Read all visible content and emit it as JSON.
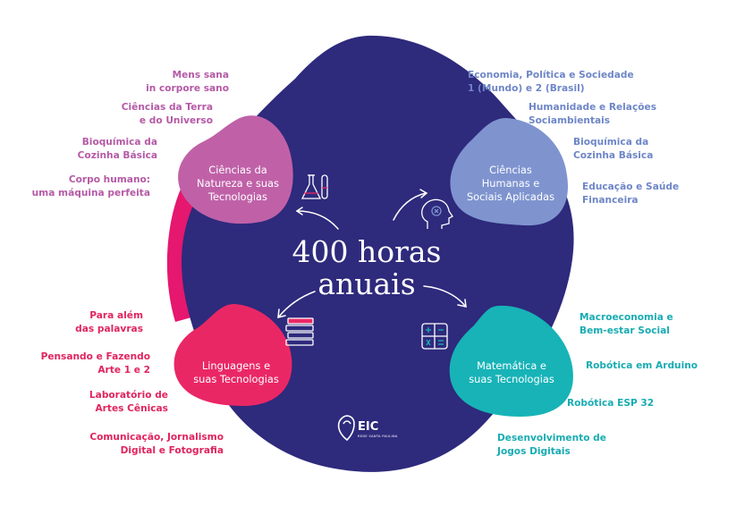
{
  "title": {
    "line1": "400 horas",
    "line2": "anuais"
  },
  "colors": {
    "blob": "#2e2a7c",
    "magenta": "#e5176f",
    "natureza": "#c061a8",
    "humanas": "#7f94cf",
    "linguagens": "#ea2765",
    "matematica": "#17b3b7"
  },
  "areas": {
    "natureza": [
      "Ciências da",
      "Natureza e suas",
      "Tecnologias"
    ],
    "humanas": [
      "Ciências",
      "Humanas e",
      "Sociais Aplicadas"
    ],
    "linguagens": [
      "Linguagens e",
      "suas Tecnologias"
    ],
    "matematica": [
      "Matemática e",
      "suas Tecnologias"
    ]
  },
  "natureza_items": [
    [
      "Mens sana",
      "in corpore sano"
    ],
    [
      "Ciências da Terra",
      "e do Universo"
    ],
    [
      "Bioquímica da",
      "Cozinha Básica"
    ],
    [
      "Corpo humano:",
      "uma máquina perfeita"
    ]
  ],
  "humanas_items": [
    [
      "Economia, Política e Sociedade",
      "1 (Mundo) e 2 (Brasil)"
    ],
    [
      "Humanidade e Relações",
      "Sociambientais"
    ],
    [
      "Bioquímica da",
      "Cozinha Básica"
    ],
    [
      "Educação e Saúde",
      "Financeira"
    ]
  ],
  "linguagens_items": [
    [
      "Para além",
      "das palavras"
    ],
    [
      "Pensando e Fazendo",
      "Arte 1 e 2"
    ],
    [
      "Laboratório de",
      "Artes Cênicas"
    ],
    [
      "Comunicação, Jornalismo",
      "Digital e Fotografia"
    ]
  ],
  "matematica_items": [
    [
      "Macroeconomia e",
      "Bem-estar Social"
    ],
    [
      "Robótica em Arduino"
    ],
    [
      "Robótica ESP 32"
    ],
    [
      "Desenvolvimento de",
      "Jogos Digitais"
    ]
  ],
  "logo": {
    "name": "EIC",
    "sub": "REDE SANTA PAULINA"
  },
  "icons": {
    "natureza": "lab-flask-icon",
    "humanas": "head-brain-icon",
    "linguagens": "book-stack-icon",
    "matematica": "calculator-icon"
  }
}
